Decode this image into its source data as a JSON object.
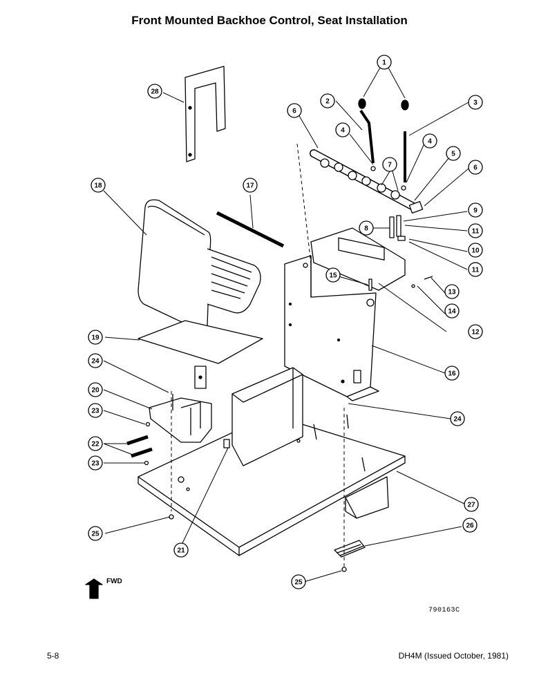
{
  "title": "Front Mounted Backhoe Control, Seat Installation",
  "figure_number": "790163C",
  "page_number": "5-8",
  "document_ref": "DH4M (Issued October, 1981)",
  "direction_label": "FWD",
  "callouts": [
    "1",
    "2",
    "3",
    "4",
    "4",
    "5",
    "6",
    "6",
    "7",
    "8",
    "9",
    "10",
    "11",
    "11",
    "12",
    "13",
    "14",
    "15",
    "16",
    "17",
    "18",
    "19",
    "20",
    "21",
    "22",
    "23",
    "23",
    "24",
    "24",
    "25",
    "25",
    "26",
    "27",
    "28"
  ]
}
